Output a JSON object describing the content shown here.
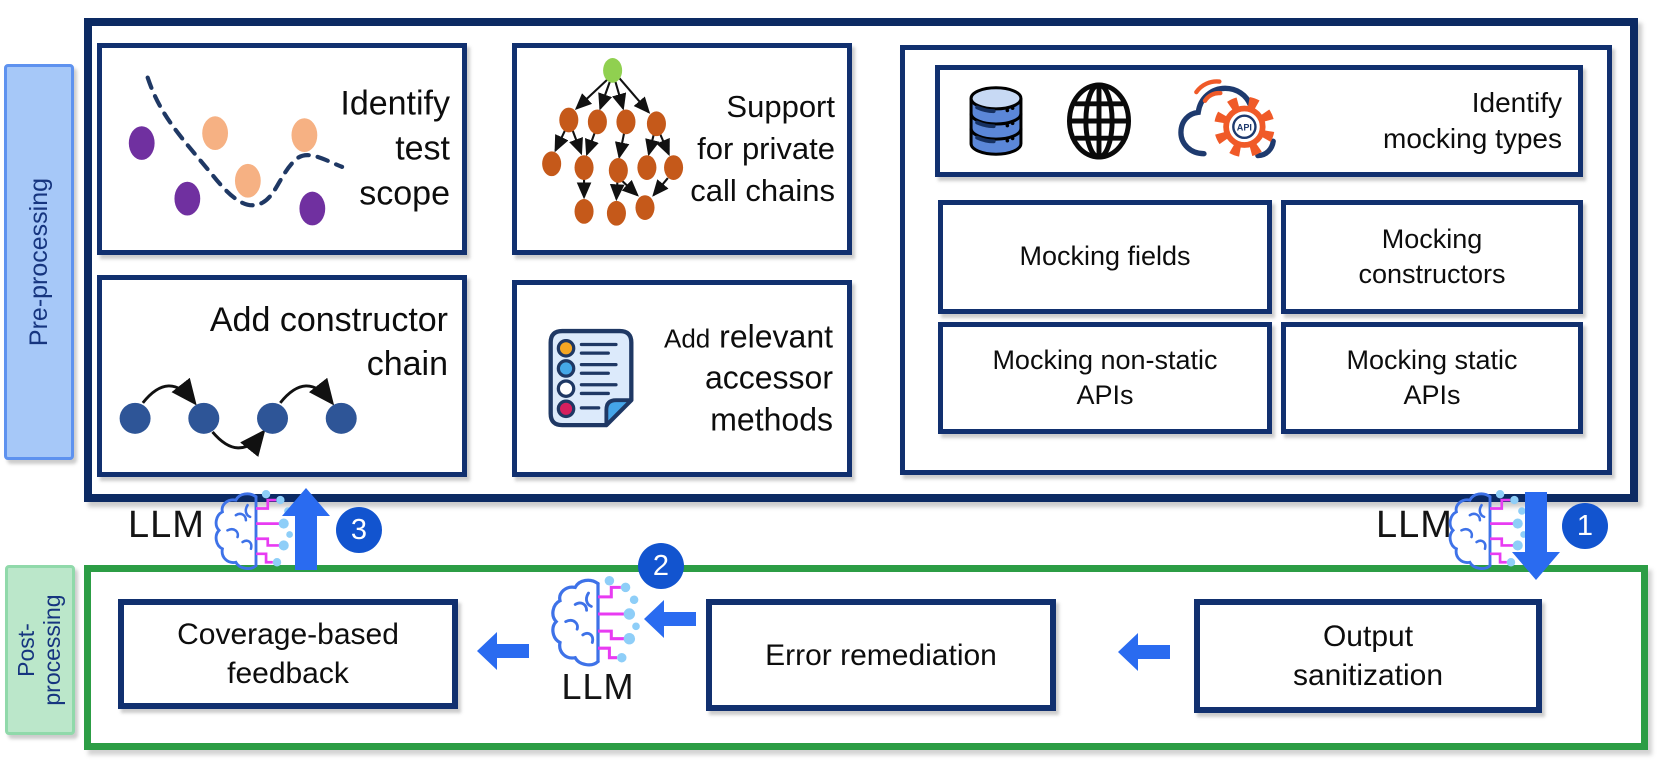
{
  "tabs": {
    "pre": "Pre-processing",
    "post_line1": "Post-",
    "post_line2": "processing"
  },
  "pre_steps": {
    "test_scope": {
      "line1": "Identify",
      "line2": "test",
      "line3": "scope"
    },
    "call_chains": {
      "line1": "Support",
      "line2": "for private",
      "line3": "call chains"
    },
    "constructor_chain": {
      "line1": "Add constructor",
      "line2": "chain"
    },
    "accessor_methods": {
      "small": "Add",
      "line1": "relevant",
      "line2": "accessor",
      "line3": "methods"
    },
    "mocking_header": {
      "line1": "Identify",
      "line2": "mocking types"
    },
    "mocking_types": [
      "Mocking fields",
      "Mocking constructors",
      "Mocking non-static APIs",
      "Mocking static APIs"
    ]
  },
  "llm": {
    "label": "LLM",
    "badge1": "1",
    "badge2": "2",
    "badge3": "3"
  },
  "post_steps": {
    "coverage": {
      "line1": "Coverage-based",
      "line2": "feedback"
    },
    "error": {
      "line1": "Error remediation"
    },
    "sanitization": {
      "line1": "Output",
      "line2": "sanitization"
    }
  },
  "icons": {
    "header_icons": [
      "database-icon",
      "globe-icon",
      "cloud-api-icon"
    ],
    "llm_icon": "brain-circuit-icon",
    "accessor_icon": "checklist-icon",
    "test_scope_art": "scatter-classification-art",
    "call_chain_art": "call-tree-art",
    "constructor_art": "constructor-chain-art",
    "api_gear_text": "API"
  },
  "colors": {
    "navy": "#11306f",
    "main_border": "#0c2a63",
    "green": "#2c9d45",
    "arrow_blue": "#2a6bf0",
    "badge_blue": "#1254cf",
    "pre_tab_fill": "#a6c8f8",
    "post_tab_fill": "#bbe7ca",
    "brain_blue": "#3e72e8",
    "circuit_magenta": "#e83bf2",
    "dot_light_blue": "#8ecef8",
    "tree_orange": "#c5591a",
    "root_green": "#90d050",
    "scatter_purple": "#7030a0",
    "scatter_peach": "#f6b183",
    "chain_navy": "#2e5597"
  }
}
